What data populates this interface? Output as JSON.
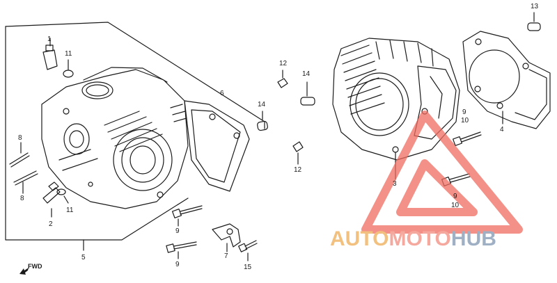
{
  "diagram": {
    "part_labels": {
      "p1": "1",
      "p2": "2",
      "p3": "3",
      "p4": "4",
      "p5": "5",
      "p6": "6",
      "p7": "7",
      "p8a": "8",
      "p8b": "8",
      "p9a": "9",
      "p9b": "9",
      "p9c": "9",
      "p9d": "9",
      "p10a": "10",
      "p10b": "10",
      "p11a": "11",
      "p11b": "11",
      "p12a": "12",
      "p12b": "12",
      "p13": "13",
      "p14a": "14",
      "p14b": "14",
      "p15": "15"
    },
    "direction_label": "FWD"
  },
  "watermark": {
    "part1": "AUTO",
    "part2": "MOTO",
    "part3": "HUB",
    "colors": {
      "auto": "#f2c07f",
      "moto": "#f4a89e",
      "hub": "#9fb0c4",
      "triangle": "#ef6b5f"
    }
  }
}
